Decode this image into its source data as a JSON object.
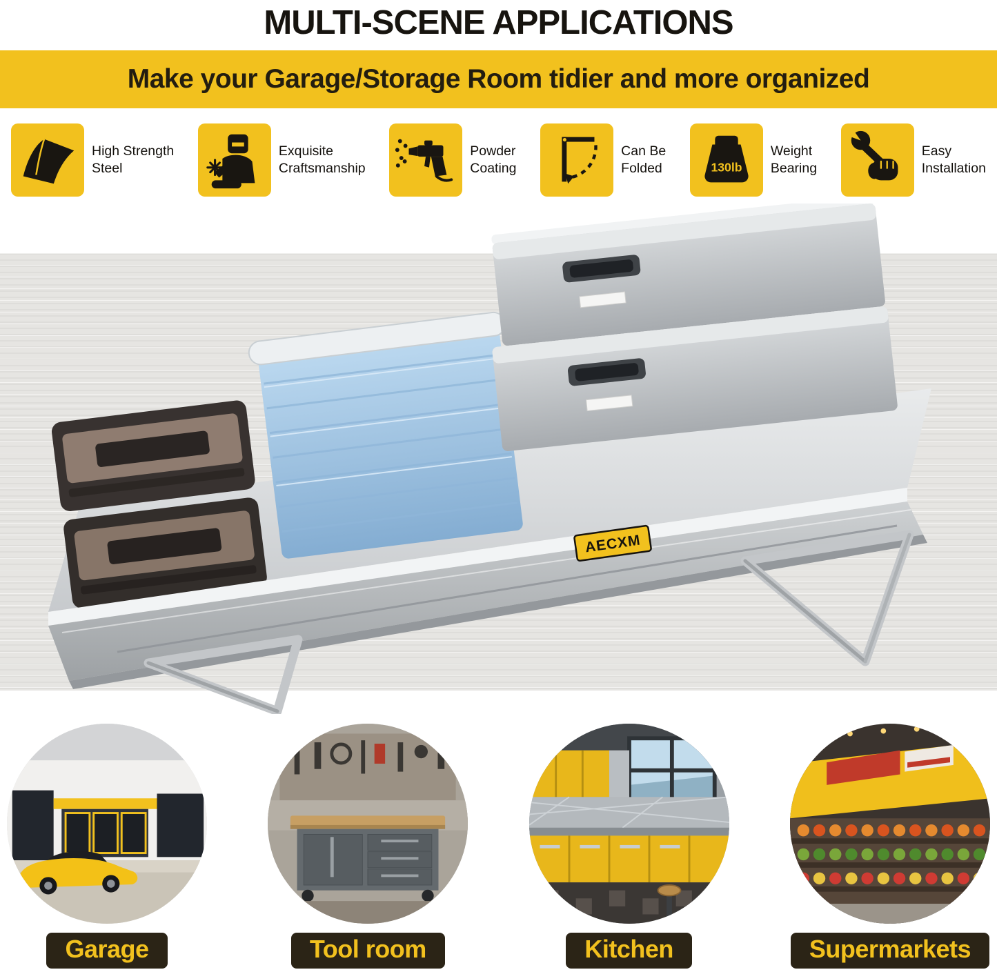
{
  "header": {
    "title": "MULTI-SCENE APPLICATIONS",
    "banner": "Make your Garage/Storage Room tidier and more organized"
  },
  "features": [
    {
      "icon": "steel-sheet-icon",
      "line1": "High Strength",
      "line2": "Steel"
    },
    {
      "icon": "welder-icon",
      "line1": "Exquisite",
      "line2": "Craftsmanship"
    },
    {
      "icon": "spray-gun-icon",
      "line1": "Powder",
      "line2": "Coating"
    },
    {
      "icon": "fold-bracket-icon",
      "line1": "Can Be",
      "line2": "Folded"
    },
    {
      "icon": "weight-icon",
      "badge": "130lb",
      "line1": "Weight",
      "line2": "Bearing"
    },
    {
      "icon": "wrench-hand-icon",
      "line1": "Easy",
      "line2": "Installation"
    }
  ],
  "hero": {
    "brand_label": "AECXM"
  },
  "scenes": [
    {
      "label": "Garage"
    },
    {
      "label": "Tool room"
    },
    {
      "label": "Kitchen"
    },
    {
      "label": "Supermarkets"
    }
  ],
  "colors": {
    "accent_yellow": "#F2C11E",
    "chip_background": "#2B2416",
    "chip_text": "#F2C11E",
    "title_text": "#17140F",
    "banner_text": "#231D10",
    "shelf_silver": "#C9CCCE",
    "bin_blue": "#9FC2E0"
  }
}
